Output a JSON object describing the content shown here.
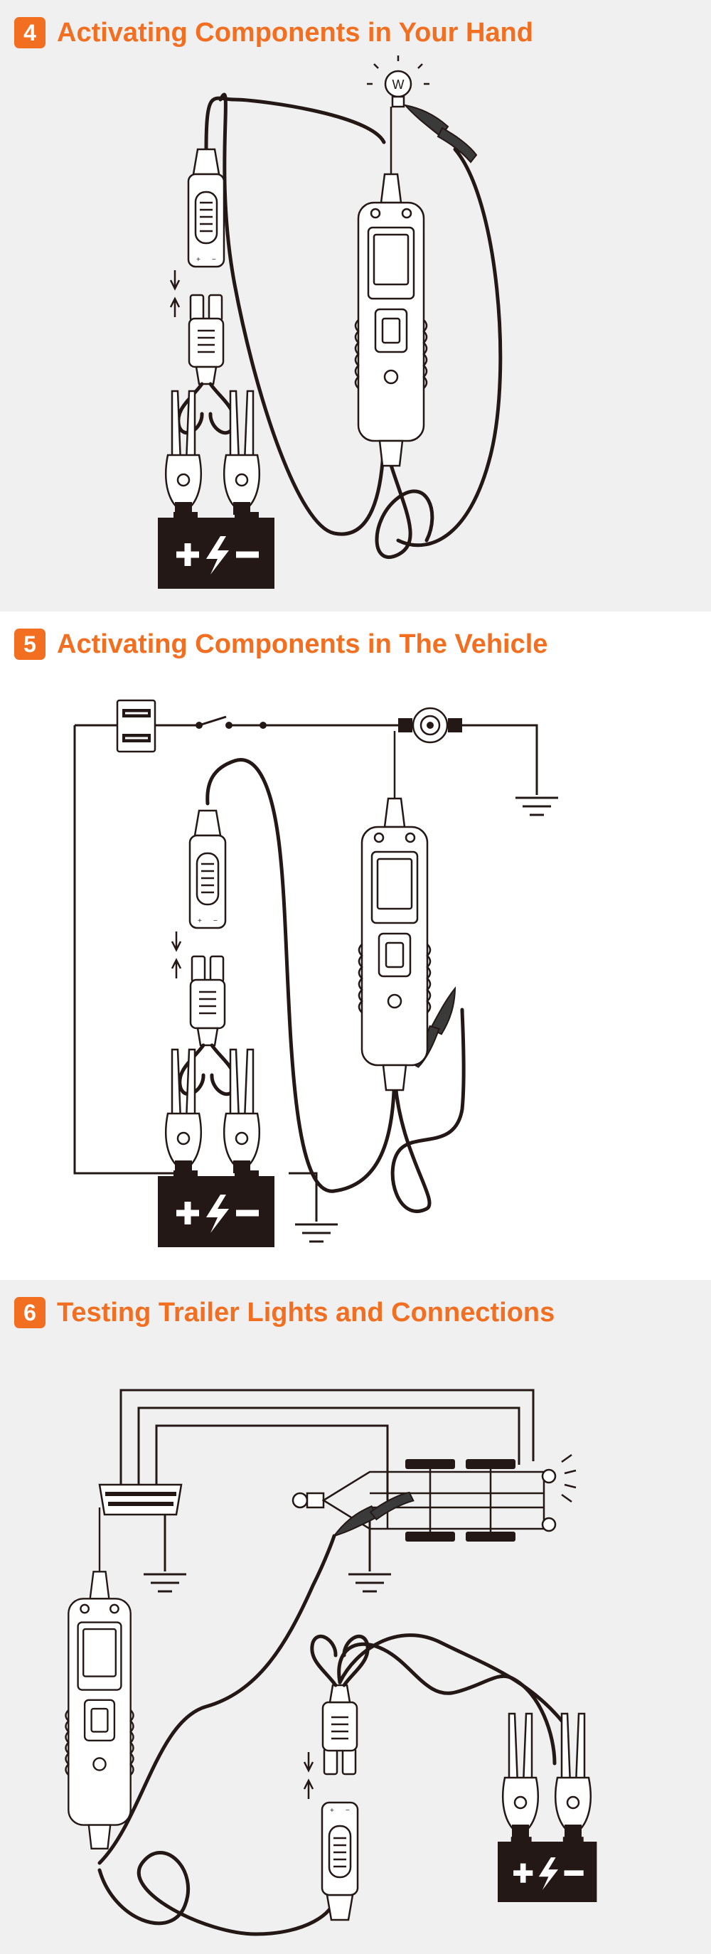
{
  "sections": [
    {
      "number": "4",
      "title": "Activating Components in Your Hand"
    },
    {
      "number": "5",
      "title": "Activating Components in The Vehicle"
    },
    {
      "number": "6",
      "title": "Testing Trailer Lights and Connections"
    }
  ],
  "battery": {
    "label": "+ϟ−",
    "icon": "battery-icon"
  },
  "bulb": {
    "label": "W",
    "icon": "light-bulb-icon"
  },
  "icons": [
    "power-probe-icon",
    "battery-clamp-icon",
    "alligator-clip-icon",
    "ground-icon",
    "switch-icon",
    "fuse-icon",
    "lamp-socket-icon",
    "trailer-connector-icon",
    "trailer-icon",
    "connector-plug-icon"
  ],
  "colors": {
    "accent": "#f26f21",
    "ink": "#231815",
    "panel": "#f0f0f0"
  }
}
